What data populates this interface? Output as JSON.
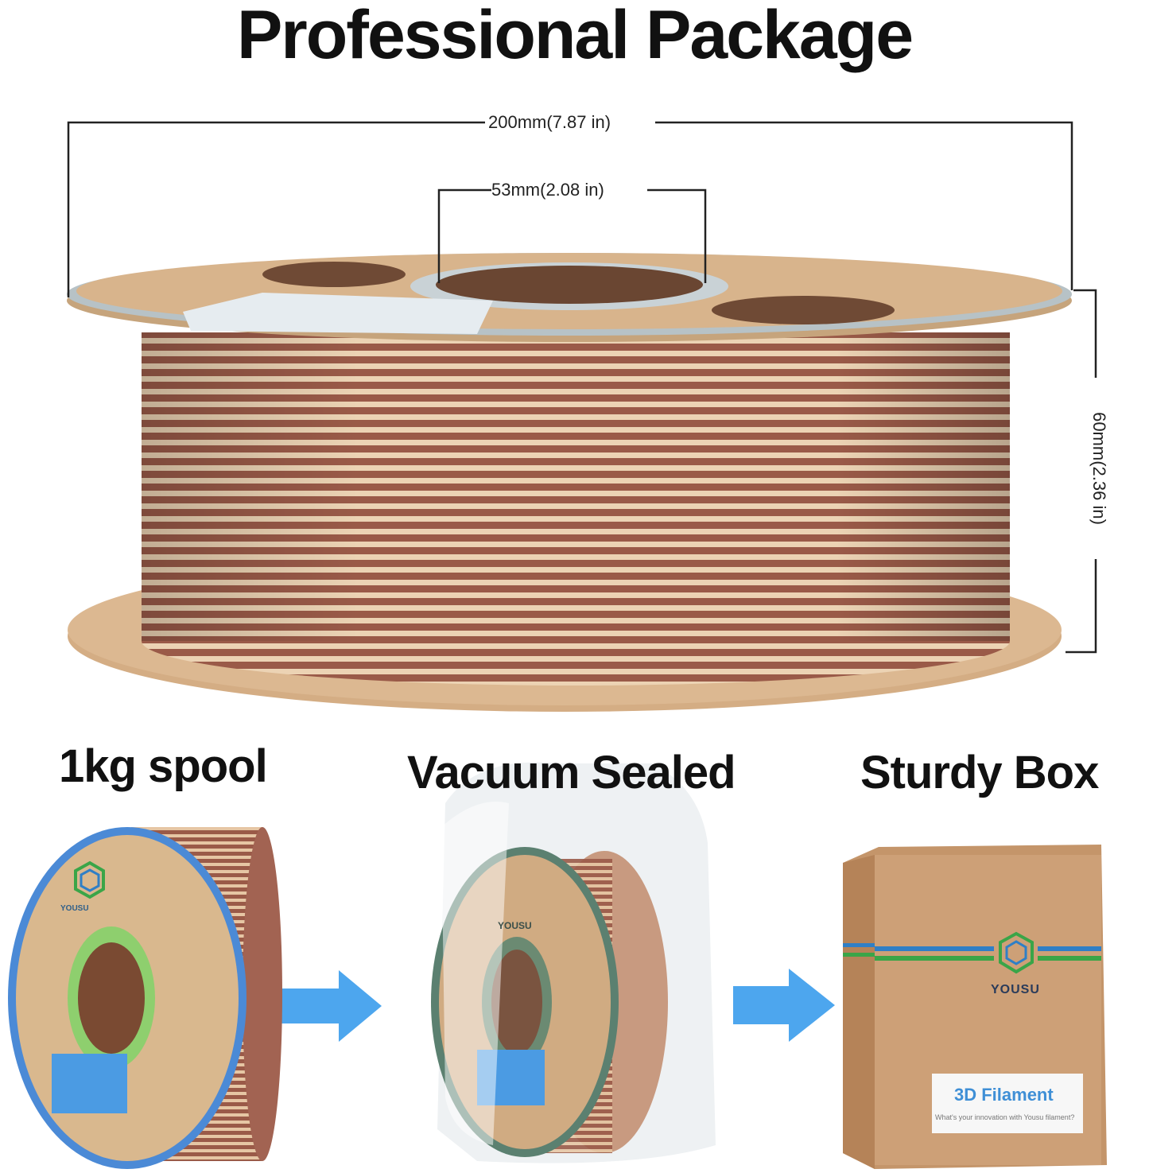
{
  "title": "Professional Package",
  "dimensions": {
    "outer_diameter": "200mm(7.87 in)",
    "inner_diameter": "53mm(2.08 in)",
    "height": "60mm(2.36 in)"
  },
  "steps": [
    {
      "label": "1kg spool"
    },
    {
      "label": "Vacuum Sealed"
    },
    {
      "label": "Sturdy Box"
    }
  ],
  "brand": "YOUSU",
  "box": {
    "product_text": "3D Filament",
    "tagline": "What's your innovation with Yousu filament?"
  },
  "colors": {
    "filament_brown": "#9a5a48",
    "filament_cream": "#ecd3b4",
    "spool_cardboard": "#d8b48c",
    "spool_rim": "#b9c3c8",
    "arrow_blue": "#4da6ee",
    "box_kraft": "#c89a6a",
    "logo_blue": "#2f7fc6",
    "logo_green": "#3aa548"
  }
}
